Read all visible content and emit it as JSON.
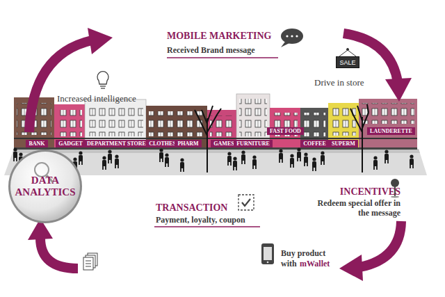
{
  "diagram": {
    "nodes": [
      {
        "text": [
          "SALE"
        ]
      },
      {
        "text": [
          "BANK"
        ]
      },
      {
        "text": [
          "GADGET"
        ]
      },
      {
        "text": [
          "DEPARTMENT STORE"
        ]
      },
      {
        "text": [
          "CLOTHES"
        ]
      },
      {
        "text": [
          "PHARM"
        ]
      },
      {
        "text": [
          "GAMES"
        ]
      },
      {
        "text": [
          "FURNITURE"
        ]
      },
      {
        "text": [
          "FAST FOOD"
        ]
      },
      {
        "text": [
          "COFFEE"
        ]
      },
      {
        "text": [
          "SUPERM"
        ]
      },
      {
        "text": [
          "LAUNDERETTE"
        ]
      },
      {
        "text": [
          "DATA ANALYTICS"
        ]
      }
    ],
    "labels": [
      "MOBILE MARKETING",
      "Received Brand message",
      "Increased intelligence",
      "Drive in store",
      "INCENTIVES",
      "Redeem special offer in the message",
      "TRANSACTION",
      "Payment, loyalty, coupon",
      "Buy product",
      "with",
      "mWallet"
    ]
  }
}
